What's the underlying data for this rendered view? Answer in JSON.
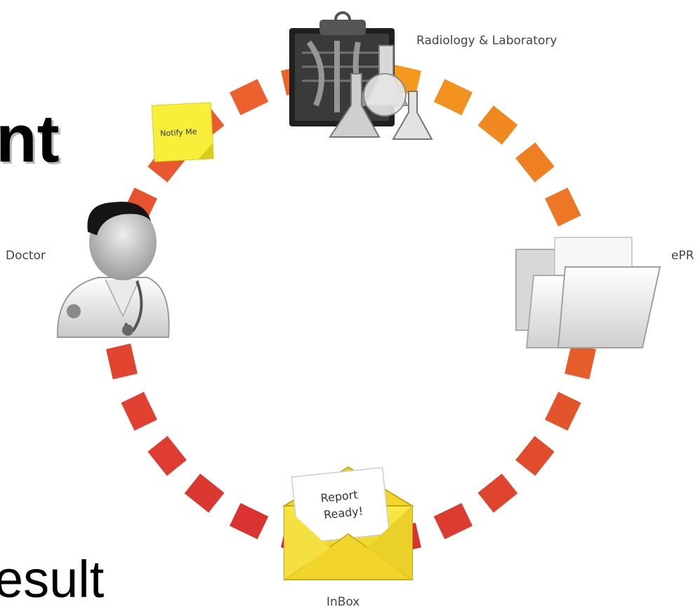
{
  "slide": {
    "title_fragment": "nt",
    "body_fragment": "esult"
  },
  "nodes": {
    "radiology": {
      "label": "Radiology & Laboratory",
      "icon": "xray-lab-icon"
    },
    "epr": {
      "label": "ePR",
      "icon": "folder-icon"
    },
    "inbox": {
      "label": "InBox",
      "icon": "envelope-icon",
      "letter_line1": "Report",
      "letter_line2": "Ready!"
    },
    "doctor": {
      "label": "Doctor",
      "icon": "doctor-icon"
    },
    "notify": {
      "label": "Notify Me",
      "icon": "sticky-note-icon"
    }
  },
  "colors": {
    "ring_start": "#f7a21b",
    "ring_mid": "#ef6a2c",
    "ring_end": "#d72a33",
    "note_yellow": "#f7ef3a",
    "envelope_yellow": "#f5e12a"
  }
}
